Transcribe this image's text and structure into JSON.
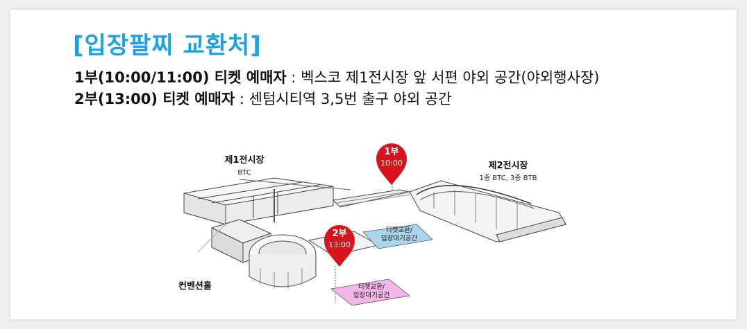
{
  "heading": "[입장팔찌 교환처]",
  "lines": [
    {
      "label": "1부(10:00/11:00) 티켓 예매자",
      "sep": " : ",
      "text": "벡스코 제1전시장 앞 서편 야외 공간(야외행사장)"
    },
    {
      "label": "2부(13:00) 티켓 예매자",
      "sep": " : ",
      "text": "센텀시티역 3,5번 출구 야외 공간"
    }
  ],
  "map": {
    "hall1": {
      "name": "제1전시장",
      "sub": "BTC"
    },
    "hall2": {
      "name": "제2전시장",
      "sub": "1층 BTC, 3층 BTB"
    },
    "convention": "컨벤션홀",
    "pin1": {
      "line1": "1부",
      "line2": "10:00"
    },
    "pin2": {
      "line1": "2부",
      "line2": "13:00"
    },
    "zone1": {
      "line1": "티켓교환/",
      "line2": "입장대기공간"
    },
    "zone2": {
      "line1": "티켓교환/",
      "line2": "입장대기공간"
    },
    "colors": {
      "pin": "#d7141d",
      "zone1": "#a9d5ee",
      "zone2": "#f3b6e6",
      "heading": "#1aa3e0"
    }
  }
}
